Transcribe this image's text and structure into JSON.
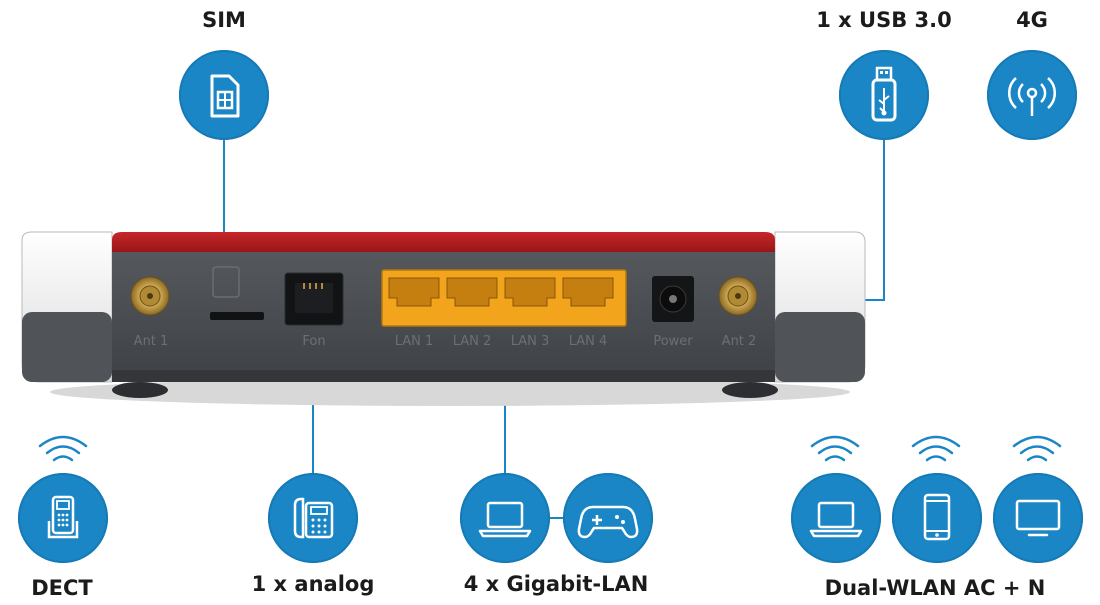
{
  "labels": {
    "sim": "SIM",
    "usb": "1 x USB 3.0",
    "g4": "4G",
    "dect": "DECT",
    "analog": "1 x analog",
    "lan": "4 x Gigabit-LAN",
    "wlan": "Dual-WLAN AC + N"
  },
  "ports": {
    "ant1": "Ant 1",
    "fon": "Fon",
    "lan1": "LAN 1",
    "lan2": "LAN 2",
    "lan3": "LAN 3",
    "lan4": "LAN 4",
    "power": "Power",
    "ant2": "Ant 2"
  },
  "icons": [
    "sim-card-icon",
    "usb-stick-icon",
    "antenna-4g-icon",
    "dect-phone-icon",
    "analog-phone-icon",
    "laptop-icon",
    "gamepad-icon",
    "smartphone-icon",
    "tv-monitor-icon",
    "wifi-icon"
  ],
  "colors": {
    "icon_blue": "#1a86c6",
    "router_red": "#b31b1b",
    "router_body": "#4a4d52",
    "lan_orange": "#f2a51c"
  }
}
